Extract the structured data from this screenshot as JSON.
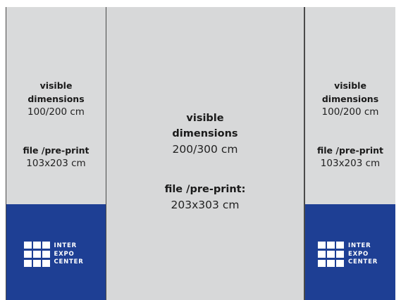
{
  "left_panel": {
    "visible_label_1": "visible",
    "visible_label_2": "dimensions",
    "visible_value": "100/200 cm",
    "file_label": "file /pre-print",
    "file_value": "103x203 cm"
  },
  "center_panel": {
    "visible_label_1": "visible",
    "visible_label_2": "dimensions",
    "visible_value": "200/300 cm",
    "file_label": "file /pre-print:",
    "file_value": "203x303 cm"
  },
  "right_panel": {
    "visible_label_1": "visible",
    "visible_label_2": "dimensions",
    "visible_value": "100/200 cm",
    "file_label": "file /pre-print",
    "file_value": "103x203 cm"
  },
  "logo": {
    "line1": "INTER",
    "line2": "EXPO",
    "line3": "CENTER"
  },
  "colors": {
    "panel_gray": "#d9dadb",
    "brand_blue": "#1e3f94",
    "divider": "#4a4a4a",
    "text": "#1a1a1a"
  }
}
